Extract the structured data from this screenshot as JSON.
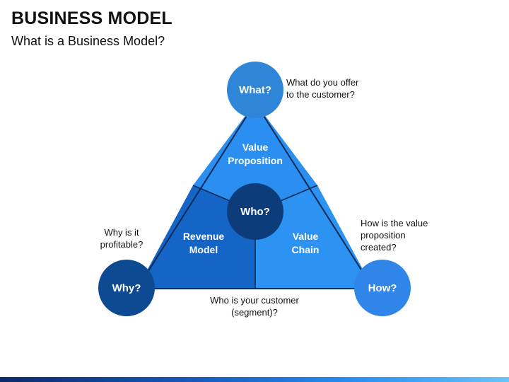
{
  "header": {
    "title": "BUSINESS MODEL",
    "subtitle": "What is a Business Model?"
  },
  "diagram": {
    "segments": {
      "top": {
        "line1": "Value",
        "line2": "Proposition"
      },
      "left": {
        "line1": "Revenue",
        "line2": "Model"
      },
      "right": {
        "line1": "Value",
        "line2": "Chain"
      }
    },
    "nodes": {
      "what": "What?",
      "who": "Who?",
      "why": "Why?",
      "how": "How?"
    },
    "notes": {
      "what": {
        "line1": "What do you offer",
        "line2": "to the customer?"
      },
      "why": {
        "line1": "Why is it",
        "line2": "profitable?"
      },
      "how": {
        "line1": "How is the value",
        "line2": "proposition",
        "line3": "created?"
      },
      "who": {
        "line1": "Who is your customer",
        "line2": "(segment)?"
      }
    }
  },
  "colors": {
    "top_segment": "#2a8ff0",
    "left_segment": "#1565c7",
    "right_segment": "#2c93f2",
    "center_node": "#0c3d7a",
    "what_node": "#2f86d8",
    "why_node": "#0d4a92",
    "how_node": "#2f86e8"
  }
}
